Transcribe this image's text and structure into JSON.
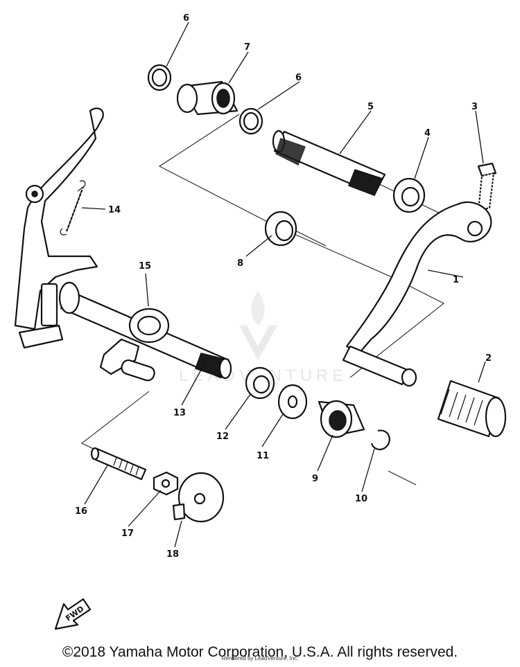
{
  "diagram": {
    "callouts": [
      "1",
      "2",
      "3",
      "4",
      "5",
      "6",
      "6",
      "7",
      "8",
      "9",
      "10",
      "11",
      "12",
      "13",
      "14",
      "15",
      "16",
      "17",
      "18"
    ],
    "watermark": "LEADVENTURE",
    "fwd_label": "FWD"
  },
  "footer": {
    "copyright": "©2018 Yamaha Motor Corporation, U.S.A. All rights reserved.",
    "rendered_by": "Rendered by LeadVenture, Inc."
  }
}
